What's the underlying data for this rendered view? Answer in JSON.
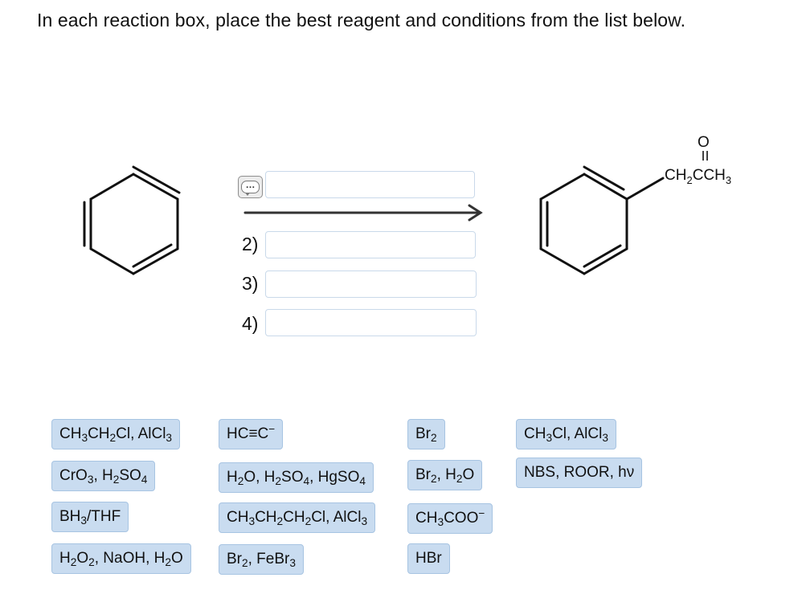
{
  "instruction": "In each reaction box, place the best reagent and conditions from the list below.",
  "chat_icon": "comment-icon",
  "steps": [
    "2)",
    "3)",
    "4)"
  ],
  "product_label": {
    "oxygen": "O",
    "ch2": "CH",
    "ch2_sub": "2",
    "c": "C",
    "ch3": "CH",
    "ch3_sub": "3"
  },
  "reagents": [
    {
      "parts": [
        [
          "CH",
          "n"
        ],
        [
          "3",
          "sub"
        ],
        [
          "CH",
          "n"
        ],
        [
          "2",
          "sub"
        ],
        [
          "Cl, AlCl",
          "n"
        ],
        [
          "3",
          "sub"
        ]
      ]
    },
    {
      "parts": [
        [
          "CrO",
          "n"
        ],
        [
          "3",
          "sub"
        ],
        [
          ", H",
          "n"
        ],
        [
          "2",
          "sub"
        ],
        [
          "SO",
          "n"
        ],
        [
          "4",
          "sub"
        ]
      ]
    },
    {
      "parts": [
        [
          "BH",
          "n"
        ],
        [
          "3",
          "sub"
        ],
        [
          "/THF",
          "n"
        ]
      ]
    },
    {
      "parts": [
        [
          "H",
          "n"
        ],
        [
          "2",
          "sub"
        ],
        [
          "O",
          "n"
        ],
        [
          "2",
          "sub"
        ],
        [
          ", NaOH, H",
          "n"
        ],
        [
          "2",
          "sub"
        ],
        [
          "O",
          "n"
        ]
      ]
    },
    {
      "parts": [
        [
          "HC≡C",
          "n"
        ],
        [
          "−",
          "sup"
        ]
      ]
    },
    {
      "parts": [
        [
          "H",
          "n"
        ],
        [
          "2",
          "sub"
        ],
        [
          "O, H",
          "n"
        ],
        [
          "2",
          "sub"
        ],
        [
          "SO",
          "n"
        ],
        [
          "4",
          "sub"
        ],
        [
          ", HgSO",
          "n"
        ],
        [
          "4",
          "sub"
        ]
      ]
    },
    {
      "parts": [
        [
          "CH",
          "n"
        ],
        [
          "3",
          "sub"
        ],
        [
          "CH",
          "n"
        ],
        [
          "2",
          "sub"
        ],
        [
          "CH",
          "n"
        ],
        [
          "2",
          "sub"
        ],
        [
          "Cl, AlCl",
          "n"
        ],
        [
          "3",
          "sub"
        ]
      ]
    },
    {
      "parts": [
        [
          "Br",
          "n"
        ],
        [
          "2",
          "sub"
        ],
        [
          ", FeBr",
          "n"
        ],
        [
          "3",
          "sub"
        ]
      ]
    },
    {
      "parts": [
        [
          "Br",
          "n"
        ],
        [
          "2",
          "sub"
        ]
      ]
    },
    {
      "parts": [
        [
          "Br",
          "n"
        ],
        [
          "2",
          "sub"
        ],
        [
          ", H",
          "n"
        ],
        [
          "2",
          "sub"
        ],
        [
          "O",
          "n"
        ]
      ]
    },
    {
      "parts": [
        [
          "CH",
          "n"
        ],
        [
          "3",
          "sub"
        ],
        [
          "COO",
          "n"
        ],
        [
          "−",
          "sup"
        ]
      ]
    },
    {
      "parts": [
        [
          "HBr",
          "n"
        ]
      ]
    },
    {
      "parts": [
        [
          "CH",
          "n"
        ],
        [
          "3",
          "sub"
        ],
        [
          "Cl, AlCl",
          "n"
        ],
        [
          "3",
          "sub"
        ]
      ]
    },
    {
      "parts": [
        [
          "NBS, ROOR, h",
          "n"
        ],
        [
          "ν",
          "n"
        ]
      ]
    }
  ]
}
